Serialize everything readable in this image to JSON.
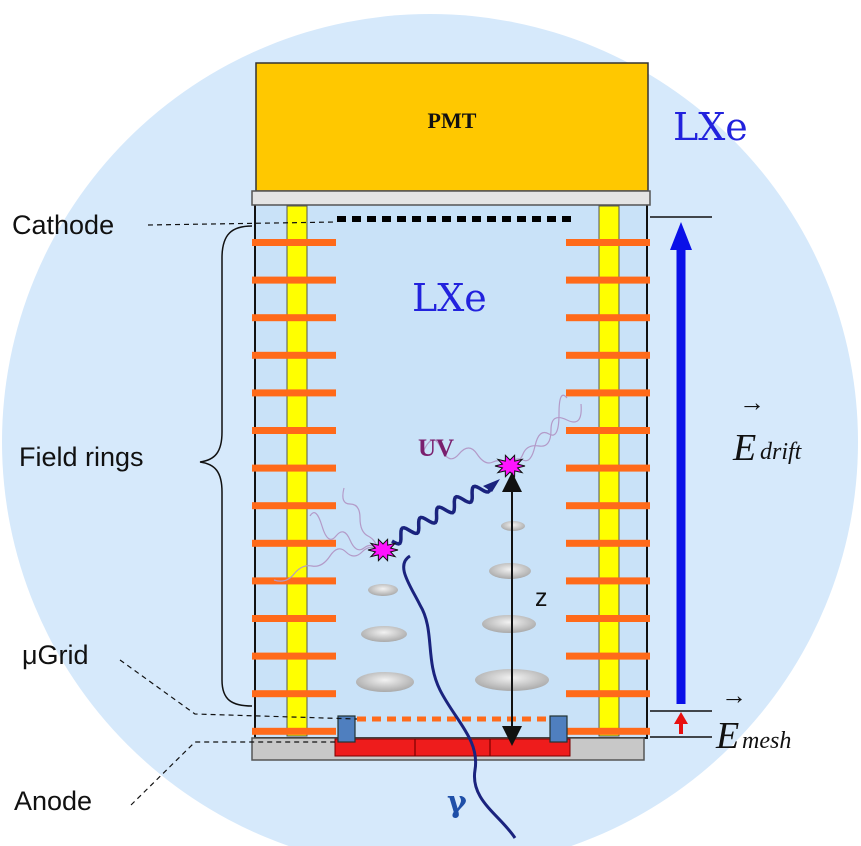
{
  "labels": {
    "pmt": "PMT",
    "lxe_outer": "LXe",
    "lxe_inner": "LXe",
    "cathode": "Cathode",
    "field_rings": "Field rings",
    "mugrid": "μGrid",
    "anode": "Anode",
    "uv": "UV",
    "z": "z",
    "gamma": "γ",
    "e_drift_main": "E",
    "e_drift_sub": "drift",
    "e_mesh_main": "E",
    "e_mesh_sub": "mesh",
    "vector_arrow": "→"
  },
  "colors": {
    "outer_circle": "#d6e9fb",
    "chamber_fill": "#c9e2f8",
    "pmt": "#ffc800",
    "ring": "#ff6a1a",
    "rod": "#ffff00",
    "anode_pad": "#ee1c1c",
    "anode_base": "#c8c8c8",
    "drift_arrow": "#0a10e8",
    "mesh_arrow": "#e81010",
    "spark": "#ff14ff",
    "photon": "#1a237e"
  }
}
